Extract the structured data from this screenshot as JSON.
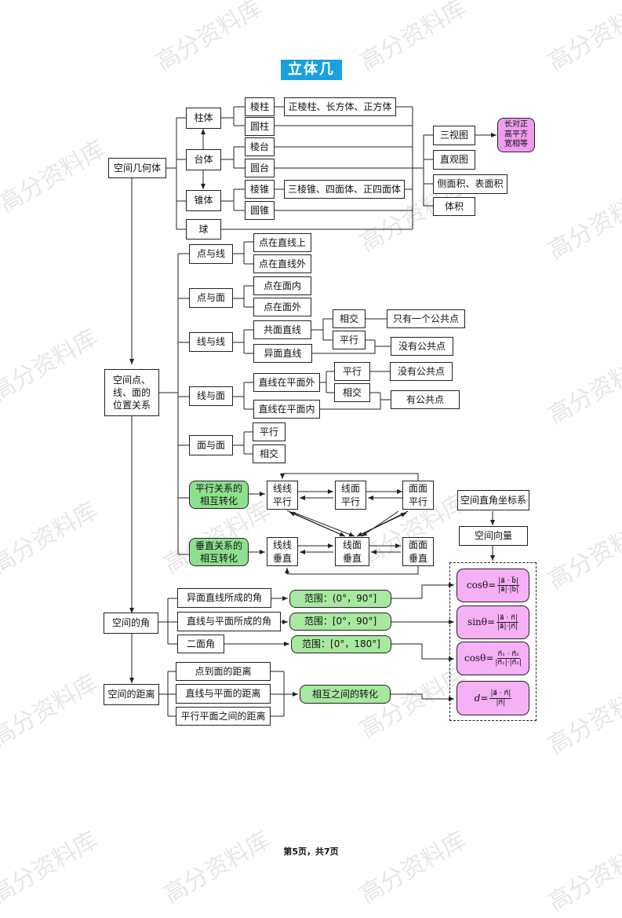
{
  "title": "立体几何",
  "watermark": "高分资料库",
  "footer": "第5页，共7页",
  "solids": {
    "root": "空间几何体",
    "prism_group": "柱体",
    "frustum_group": "台体",
    "pyramid_group": "锥体",
    "sphere": "球",
    "prism": "棱柱",
    "prism_types": "正棱柱、长方体、正方体",
    "cylinder": "圆柱",
    "frustum": "棱台",
    "cone_frustum": "圆台",
    "pyramid": "棱锥",
    "pyramid_types": "三棱锥、四面体、正四面体",
    "cone": "圆锥",
    "three_views": "三视图",
    "three_views_rule": [
      "长对正",
      "高平齐",
      "宽相等"
    ],
    "intuitive_view": "直观图",
    "surface_area": "侧面积、表面积",
    "volume": "体积"
  },
  "relations": {
    "root_lines": [
      "空间点、",
      "线、面的",
      "位置关系"
    ],
    "point_line": "点与线",
    "point_on_line": "点在直线上",
    "point_off_line": "点在直线外",
    "point_plane": "点与面",
    "point_in_plane": "点在面内",
    "point_out_plane": "点在面外",
    "line_line": "线与线",
    "coplanar": "共面直线",
    "skew": "异面直线",
    "intersect": "相交",
    "parallel": "平行",
    "one_common_point": "只有一个公共点",
    "no_common_point": "没有公共点",
    "line_plane": "线与面",
    "line_out_plane": "直线在平面外",
    "line_in_plane": "直线在平面内",
    "has_common_point": "有公共点",
    "plane_plane": "面与面"
  },
  "transforms": {
    "parallel_title": [
      "平行关系的",
      "相互转化"
    ],
    "perp_title": [
      "垂直关系的",
      "相互转化"
    ],
    "ll_parallel": [
      "线线",
      "平行"
    ],
    "lp_parallel": [
      "线面",
      "平行"
    ],
    "pp_parallel": [
      "面面",
      "平行"
    ],
    "ll_perp": [
      "线线",
      "垂直"
    ],
    "lp_perp": [
      "线面",
      "垂直"
    ],
    "pp_perp": [
      "面面",
      "垂直"
    ]
  },
  "coords": {
    "system": "空间直角坐标系",
    "vector": "空间向量"
  },
  "angles": {
    "root": "空间的角",
    "skew_angle": "异面直线所成的角",
    "line_plane_angle": "直线与平面所成的角",
    "dihedral": "二面角",
    "range1": "范围：(0°，90°]",
    "range2": "范围：[0°，90°]",
    "range3": "范围：[0°，180°]"
  },
  "distances": {
    "root": "空间的距离",
    "point_plane": "点到面的距离",
    "line_plane": "直线与平面的距离",
    "plane_plane": "平行平面之间的距离",
    "mutual": "相互之间的转化"
  },
  "formulas": {
    "f1_lhs": "cosθ=",
    "f1_num": "|a⃗ · b⃗|",
    "f1_den": "|a⃗|·|b⃗|",
    "f2_lhs": "sinθ=",
    "f2_num": "|a⃗ · n⃗|",
    "f2_den": "|a⃗|·|n⃗|",
    "f3_lhs": "cosθ=",
    "f3_num": "n⃗₁ · n⃗₂",
    "f3_den": "|n⃗₁|·|n⃗₂|",
    "f4_lhs": "d=",
    "f4_num": "|a⃗ · n⃗|",
    "f4_den": "|n⃗|"
  }
}
